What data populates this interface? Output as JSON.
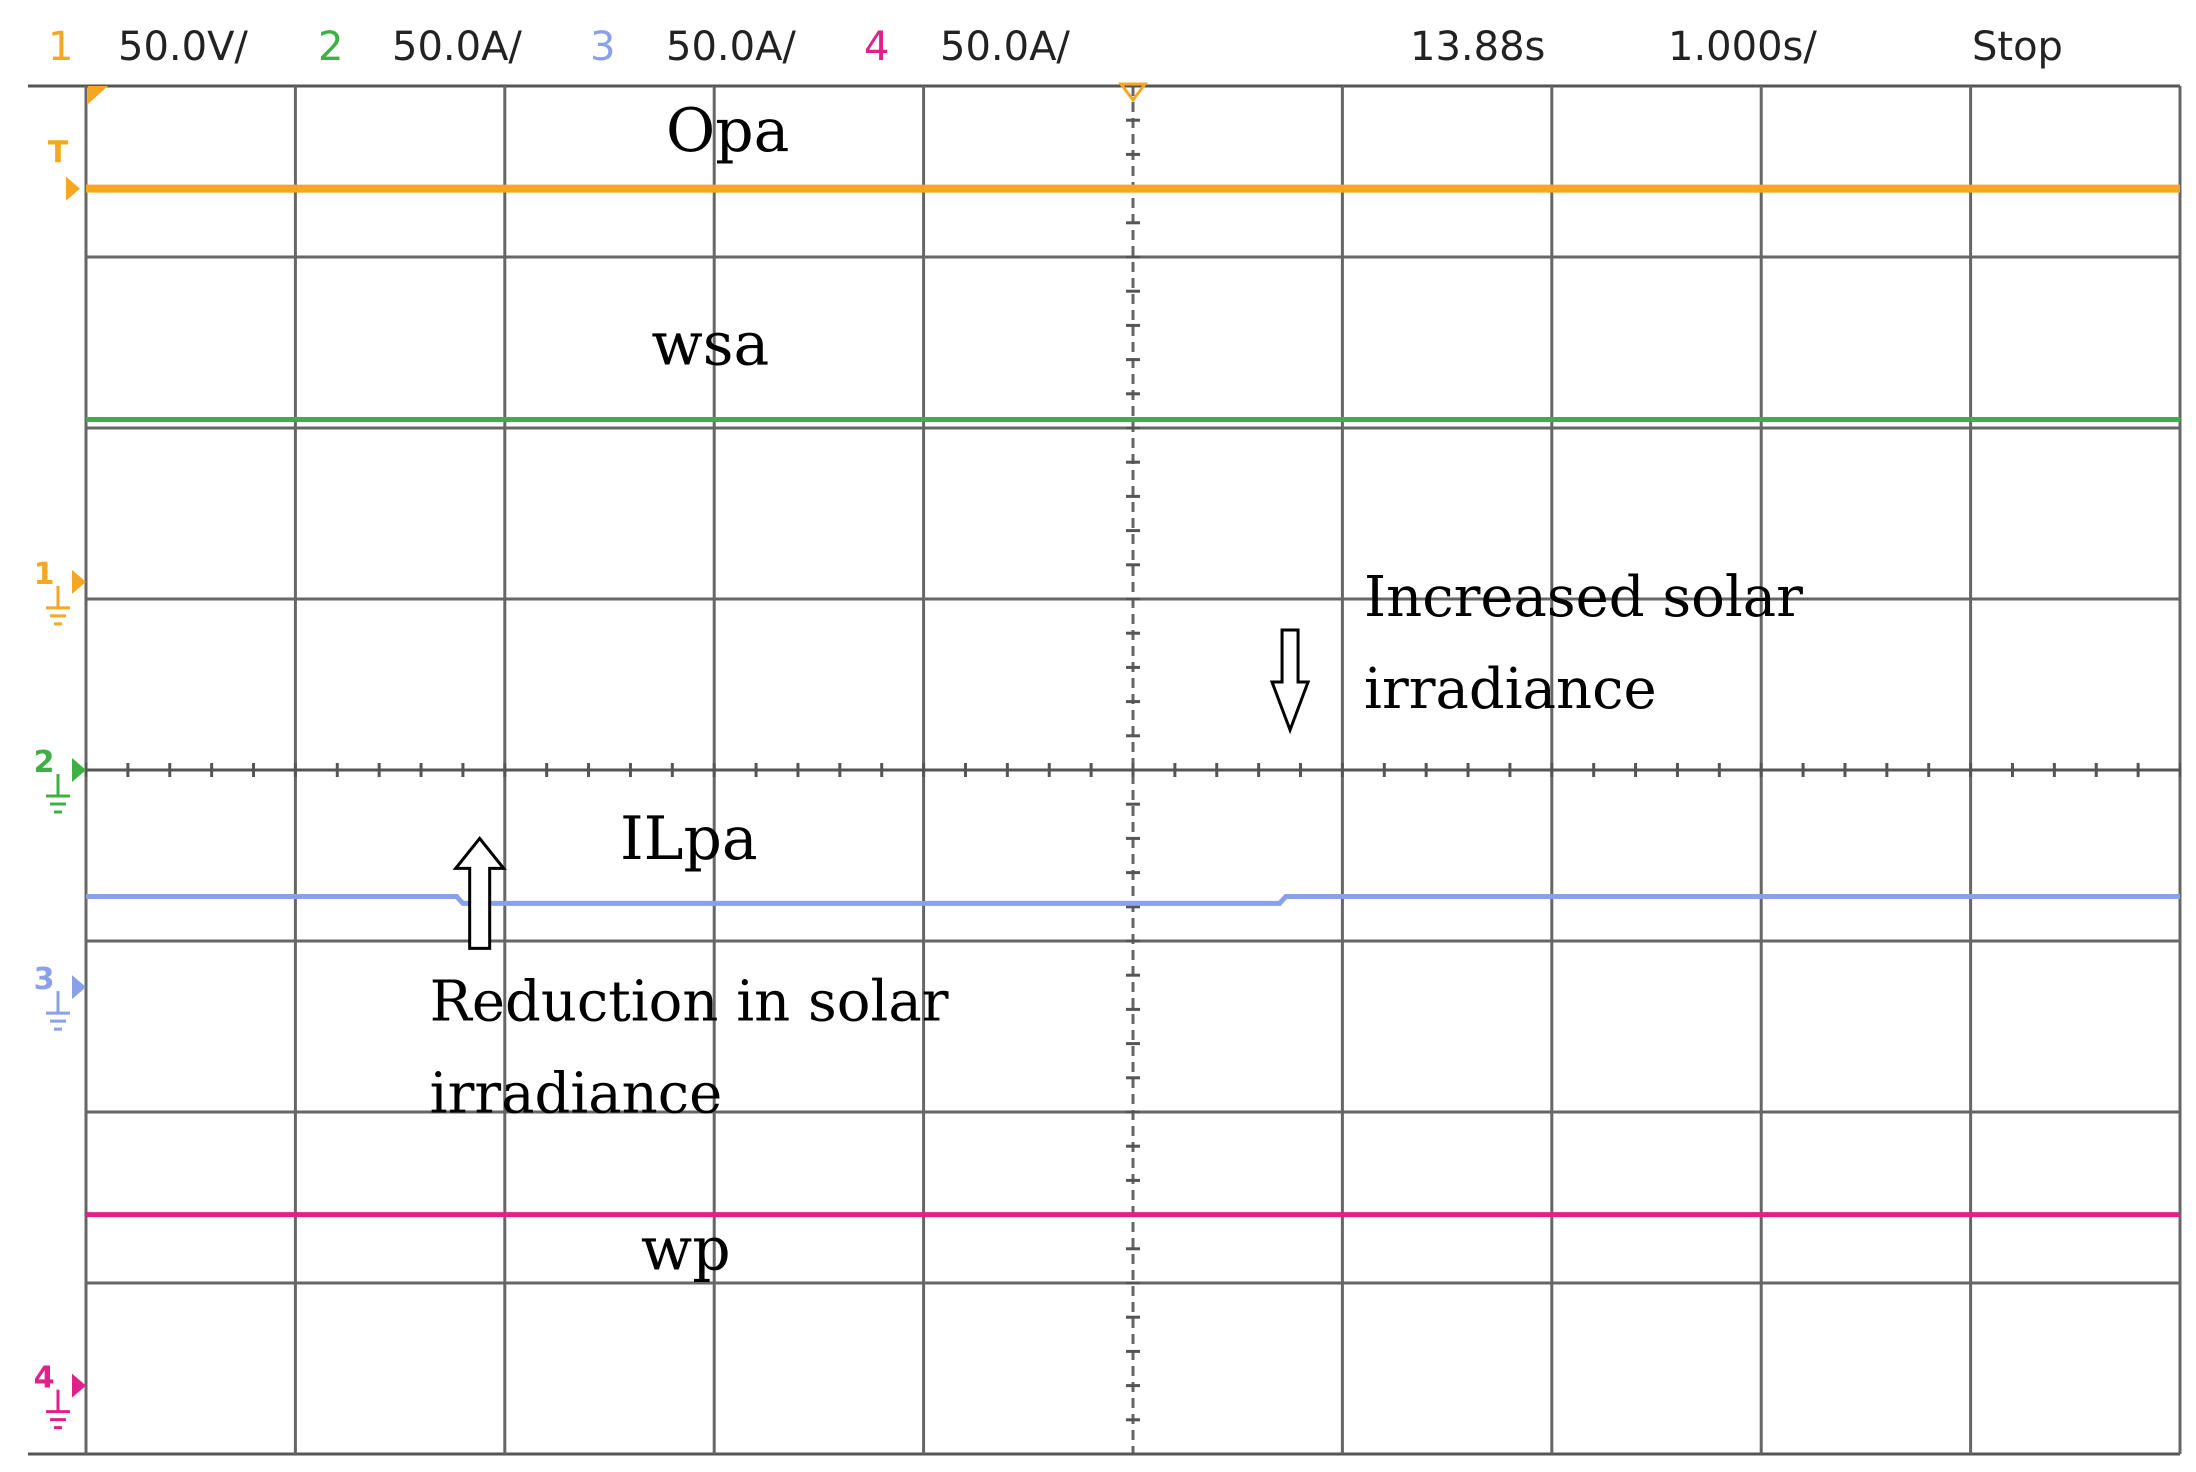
{
  "header": {
    "channels": [
      {
        "num": "1",
        "scale": "50.0V/",
        "color": "#f5a623"
      },
      {
        "num": "2",
        "scale": "50.0A/",
        "color": "#3cb043"
      },
      {
        "num": "3",
        "scale": "50.0A/",
        "color": "#8aa0e8"
      },
      {
        "num": "4",
        "scale": "50.0A/",
        "color": "#e0218a"
      }
    ],
    "time_position": "13.88s",
    "time_scale": "1.000s/",
    "run_state": "Stop"
  },
  "chart_data": {
    "type": "line",
    "grid": true,
    "x_divisions": 10,
    "y_divisions": 8,
    "series": [
      {
        "name": "Opa",
        "color": "#f5a623",
        "x": [
          0,
          10
        ],
        "y": [
          3.4,
          3.4
        ]
      },
      {
        "name": "wsa",
        "color": "#3cb043",
        "x": [
          0,
          10
        ],
        "y": [
          2.05,
          2.05
        ]
      },
      {
        "name": "ILpa",
        "color": "#8aa0e8",
        "x": [
          0,
          1.77,
          1.8,
          5.7,
          5.73,
          10
        ],
        "y": [
          -0.74,
          -0.74,
          -0.78,
          -0.78,
          -0.74,
          -0.74
        ]
      },
      {
        "name": "wp",
        "color": "#e0218a",
        "x": [
          0,
          10
        ],
        "y": [
          -2.6,
          -2.6
        ]
      }
    ],
    "channel_markers": [
      {
        "label": "T",
        "color": "#f5a623",
        "y": 3.4
      },
      {
        "label": "1",
        "color": "#f5a623",
        "y": 1.1
      },
      {
        "label": "2",
        "color": "#3cb043",
        "y": 0
      },
      {
        "label": "3",
        "color": "#8aa0e8",
        "y": -1.27
      },
      {
        "label": "4",
        "color": "#e0218a",
        "y": -3.6
      }
    ],
    "annotations": [
      {
        "lines": [
          "Reduction in solar",
          "irradiance"
        ],
        "arrow": "up",
        "x": 1.88,
        "y": -0.4
      },
      {
        "lines": [
          "Increased solar",
          "irradiance"
        ],
        "arrow": "down",
        "x": 5.75,
        "y": 0.76
      }
    ]
  }
}
